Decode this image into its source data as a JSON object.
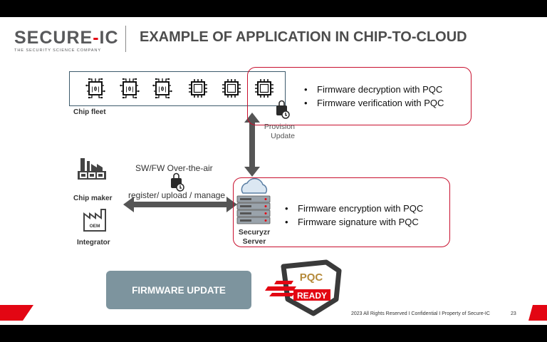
{
  "logo": {
    "brand_left": "SECURE",
    "brand_dash": "-",
    "brand_right": "IC",
    "tagline": "THE SECURITY SCIENCE COMPANY"
  },
  "title": "EXAMPLE OF APPLICATION IN CHIP-TO-CLOUD",
  "chip_fleet": {
    "label": "Chip fleet",
    "chip_glyph": "|0|"
  },
  "device_box": {
    "bullets": [
      "Firmware decryption with PQC",
      "Firmware verification with PQC"
    ]
  },
  "provision": {
    "line1": "Provision",
    "line2": "Update"
  },
  "ota": {
    "line1": "SW/FW Over-the-air",
    "line2": "register/ upload / manage"
  },
  "chip_maker": {
    "label": "Chip maker"
  },
  "integrator": {
    "label": "Integrator",
    "icon_text": "OEM"
  },
  "server": {
    "line1": "Securyzr",
    "line2": "Server",
    "bullets": [
      "Firmware encryption with PQC",
      "Firmware signature with PQC"
    ]
  },
  "firmware_button": {
    "label": "FIRMWARE UPDATE"
  },
  "pqc_badge": {
    "top": "PQC",
    "bottom": "READY"
  },
  "footer": {
    "text": "2023 All Rights Reserved I Confidential I Property of Secure-IC",
    "page": "23"
  },
  "colors": {
    "accent_red": "#e30613",
    "box_red": "#c8102e",
    "grey_button": "#7d949e",
    "arrow_grey": "#555555"
  }
}
